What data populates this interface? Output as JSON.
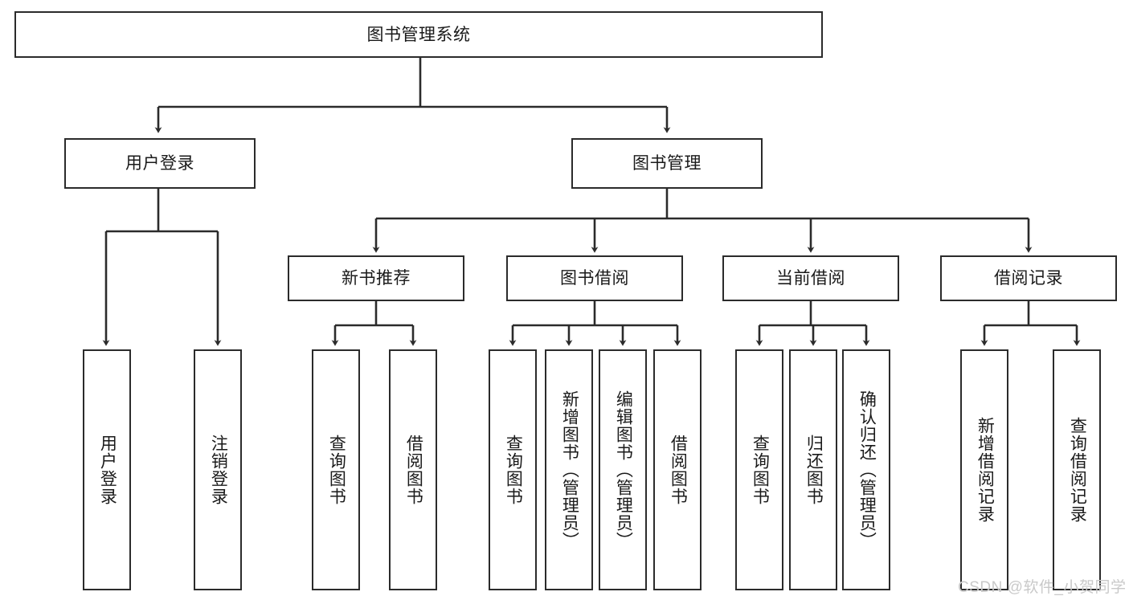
{
  "diagram": {
    "title": "图书管理系统",
    "watermark": "CSDN @软件_小贺同学",
    "colors": {
      "box_border": "#2b2b2b",
      "box_fill": "#ffffff",
      "edge": "#2b2b2b",
      "text": "#1a1a1a",
      "watermark": "#c9c9c9"
    },
    "root": {
      "label": "图书管理系统"
    },
    "level2": [
      {
        "label": "用户登录"
      },
      {
        "label": "图书管理"
      }
    ],
    "level3": [
      {
        "label": "新书推荐"
      },
      {
        "label": "图书借阅"
      },
      {
        "label": "当前借阅"
      },
      {
        "label": "借阅记录"
      }
    ],
    "leaves": {
      "user_login": [
        {
          "label": "用户登录"
        },
        {
          "label": "注销登录"
        }
      ],
      "new_book": [
        {
          "label": "查询图书"
        },
        {
          "label": "借阅图书"
        }
      ],
      "book_borrow": [
        {
          "label": "查询图书"
        },
        {
          "label": "新增图书（管理员）"
        },
        {
          "label": "编辑图书（管理员）"
        },
        {
          "label": "借阅图书"
        }
      ],
      "current_borrow": [
        {
          "label": "查询图书"
        },
        {
          "label": "归还图书"
        },
        {
          "label": "确认归还（管理员）"
        }
      ],
      "borrow_record": [
        {
          "label": "新增借阅记录"
        },
        {
          "label": "查询借阅记录"
        }
      ]
    }
  }
}
